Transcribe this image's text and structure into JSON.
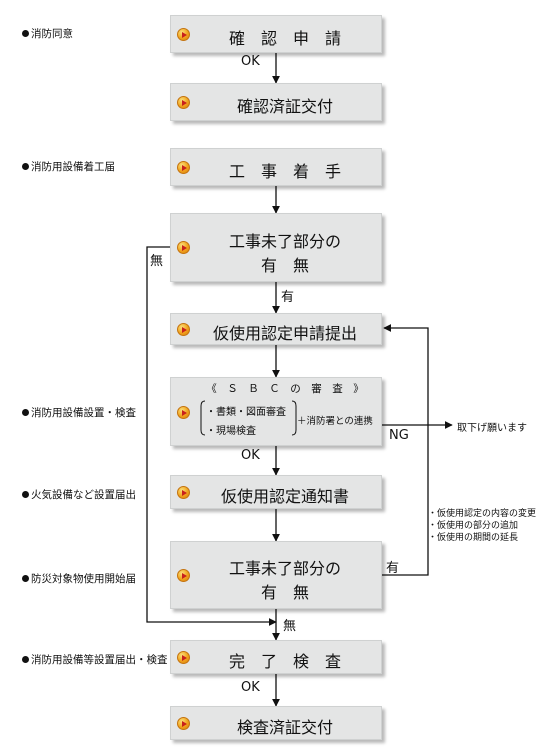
{
  "side_labels": {
    "fire_consent": "消防同意",
    "start_notice": "消防用設備着工届",
    "install_inspect": "消防用設備設置・検査",
    "fire_equipment_notice": "火気設備など設置届出",
    "fire_prevention_start": "防災対象物使用開始届",
    "equipment_setup_notice": "消防用設備等設置届出・検査"
  },
  "steps": {
    "confirm_application": "確　認　申　請",
    "confirm_certificate": "確認済証交付",
    "start_work": "工　事　着　手",
    "unfinished_q_line1": "工事未了部分の",
    "unfinished_q_line2": "有　無",
    "temp_use_application": "仮使用認定申請提出",
    "sbc_title": "《　Ｓ　Ｂ　Ｃ　の　審　査　》",
    "sbc_item1": "・書類・図面審査",
    "sbc_item2": "・現場検査",
    "sbc_fire_dept": "＋消防署との連携",
    "temp_use_notice": "仮使用認定通知書",
    "unfinished_q2_line1": "工事未了部分の",
    "unfinished_q2_line2": "有　無",
    "completion_inspection": "完　了　検　査",
    "inspection_certificate": "検査済証交付"
  },
  "flow_labels": {
    "ok_1": "OK",
    "absent_1": "無",
    "present_1": "有",
    "ng": "NG",
    "withdraw": "取下げ願います",
    "ok_2": "OK",
    "present_2": "有",
    "absent_2": "無",
    "ok_3": "OK"
  },
  "notes": {
    "change_content": "・仮使用認定の内容の変更",
    "add_portion": "・仮使用の部分の追加",
    "extend_period": "・仮使用の期間の延長"
  },
  "colors": {
    "box_fill": "#e4e5e5",
    "icon_orange": "#f0a21c",
    "icon_arrow": "#c8201c",
    "line": "#111111"
  }
}
